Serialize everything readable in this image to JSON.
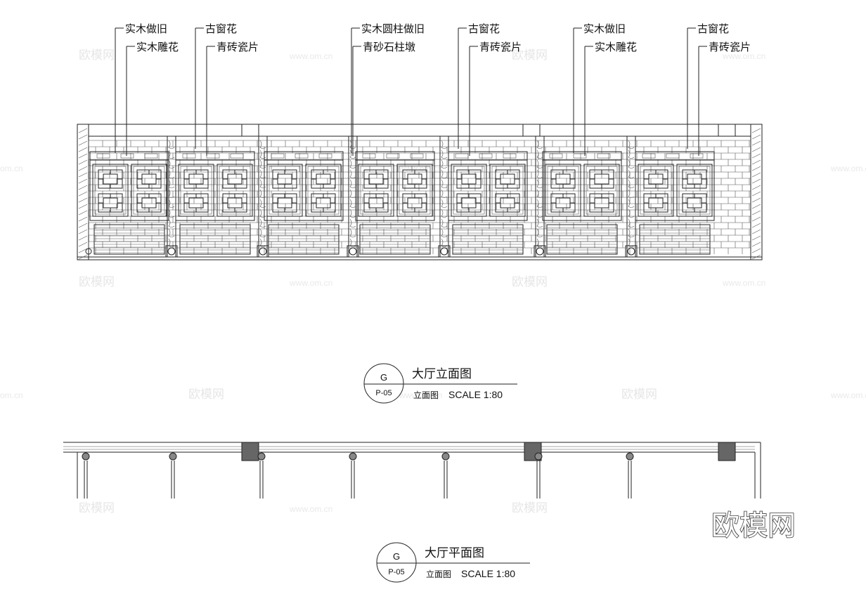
{
  "elevation": {
    "callouts_top": [
      {
        "text": "实木做旧"
      },
      {
        "text": "古窗花"
      },
      {
        "text": "实木圆柱做旧"
      },
      {
        "text": "古窗花"
      },
      {
        "text": "实木做旧"
      },
      {
        "text": "古窗花"
      }
    ],
    "callouts_bottom": [
      {
        "text": "实木雕花"
      },
      {
        "text": "青砖瓷片"
      },
      {
        "text": "青砂石柱墩"
      },
      {
        "text": "青砖瓷片"
      },
      {
        "text": "实木雕花"
      },
      {
        "text": "青砖瓷片"
      }
    ],
    "title_block": {
      "circle_letter": "G",
      "circle_ref": "P-05",
      "title": "大厅立面图",
      "subtitle": "立面图",
      "scale": "SCALE 1:80"
    }
  },
  "plan": {
    "title_block": {
      "circle_letter": "G",
      "circle_ref": "P-05",
      "title": "大厅平面图",
      "subtitle": "立面图",
      "scale": "SCALE 1:80"
    }
  },
  "watermarks": {
    "brand": "欧模网",
    "url": "www.om.cn",
    "url_partial": "om.cn"
  },
  "logo": {
    "text": "欧模网"
  }
}
